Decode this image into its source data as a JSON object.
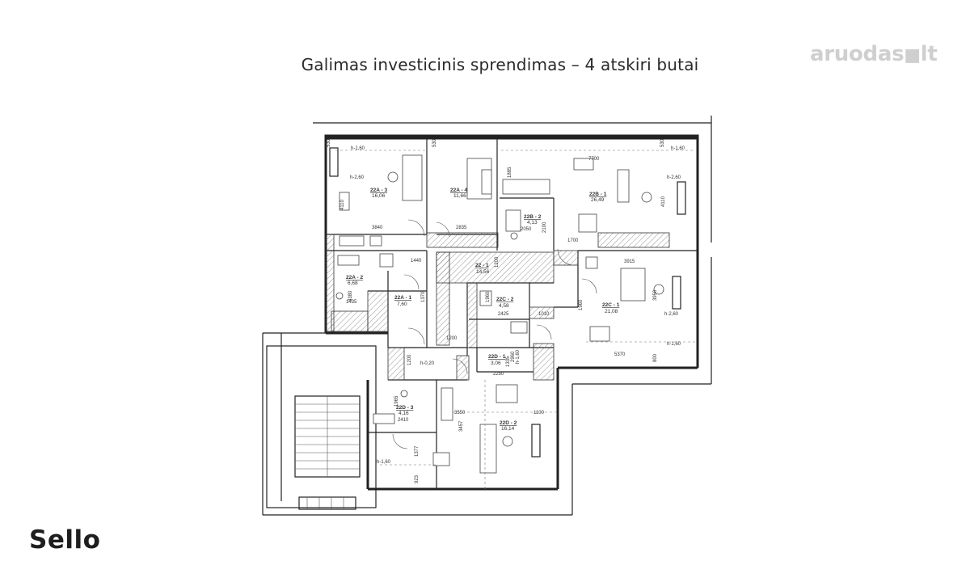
{
  "header": {
    "title": "Galimas investicinis sprendimas – 4 atskiri butai"
  },
  "brand": {
    "name": "Sello"
  },
  "watermark": {
    "text": "aruodas",
    "suffix": "lt"
  },
  "rooms": [
    {
      "label": "22A - 3",
      "area": "16,06"
    },
    {
      "label": "22A - 4",
      "area": "11,66"
    },
    {
      "label": "22B - 1",
      "area": "26,49"
    },
    {
      "label": "22B - 2",
      "area": "4,13"
    },
    {
      "label": "22A - 2",
      "area": "6,68"
    },
    {
      "label": "22A - 1",
      "area": "7,60"
    },
    {
      "label": "22 - 1",
      "area": "14,56"
    },
    {
      "label": "22C - 2",
      "area": "4,58"
    },
    {
      "label": "22C - 1",
      "area": "21,08"
    },
    {
      "label": "22D - 1",
      "area": "3,06"
    },
    {
      "label": "22D - 3",
      "area": "4,16"
    },
    {
      "label": "22D - 2",
      "area": "16,14"
    }
  ],
  "dimensions": [
    "3840",
    "2835",
    "1700",
    "7700",
    "1885",
    "2050",
    "2100",
    "4110",
    "4110",
    "530",
    "530",
    "530",
    "1440",
    "3380",
    "1435",
    "1370",
    "1200",
    "1960",
    "2425",
    "1010",
    "1960",
    "3915",
    "3950",
    "5370",
    "800",
    "1200",
    "1200",
    "1335",
    "2250",
    "1965",
    "2410",
    "3550",
    "1100",
    "3457",
    "1377",
    "923",
    "2960"
  ],
  "heights": [
    "h-1,60",
    "h-2,60",
    "h-1,60",
    "h-2,60",
    "h-2,60",
    "h-1,60",
    "h-0,20",
    "h-1,60",
    "h-1,60"
  ]
}
